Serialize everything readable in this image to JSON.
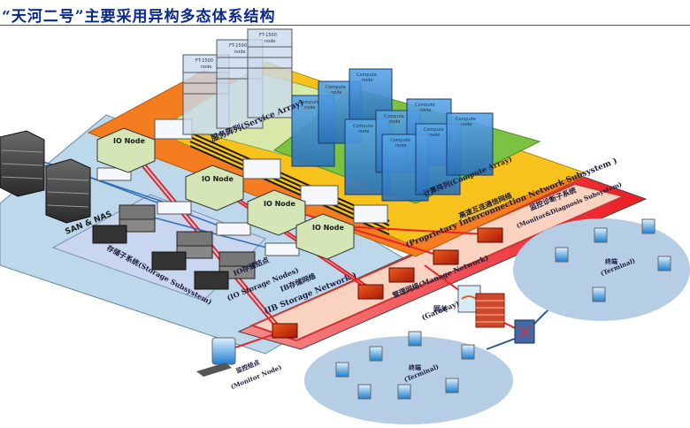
{
  "title": "“天河二号”主要采用异构多态体系结构",
  "subsystems": {
    "service_array": "服务阵列(Service Array)",
    "compute_array": "计算阵列(Compute Array)",
    "interconnect_cn": "高速互连通信网络",
    "interconnect_en": "(Proprietary Interconnection Network Subsystem )",
    "monitor_cn": "监控诊断子系统",
    "monitor_en": "(Monitor&Diagnosis Subsystem)",
    "manage_network": "管理网络(Manage  Network)",
    "ib_cn": "IB存储网络",
    "ib_en": "(IB  Storage Network )",
    "storage_subsystem": "存储子系统(Storage Subsystem)",
    "io_storage_cn": "IO存储结点",
    "io_storage_en": "(IO  Storage  Nodes)",
    "san_nas": "SAN & NAS"
  },
  "nodes": {
    "ft_node_line1": "FT-1500",
    "ft_node_line2": "node",
    "compute_line1": "Compute",
    "compute_line2": "node",
    "io_node": "IO  Node"
  },
  "peripherals": {
    "gateway_cn": "网关",
    "gateway_en": "(Gateway)",
    "terminal_cn": "终端",
    "terminal_en": "(Terminal)",
    "monitor_node_cn": "监控结点",
    "monitor_node_en": "(Monitor  Node)"
  },
  "colors": {
    "title": "#0a2a8a",
    "storage_layer": "#bcd8ea",
    "orange_layer": "#f57c1f",
    "yellow_layer": "#f7c21b",
    "green_layer": "#7cc242",
    "manage_layer": "#f9d3c0",
    "red_border": "#e8242a",
    "compute_blue": "#3d8fd6",
    "io_green": "#d4e6b5",
    "terminal_ellipse": "#b6cde6"
  }
}
